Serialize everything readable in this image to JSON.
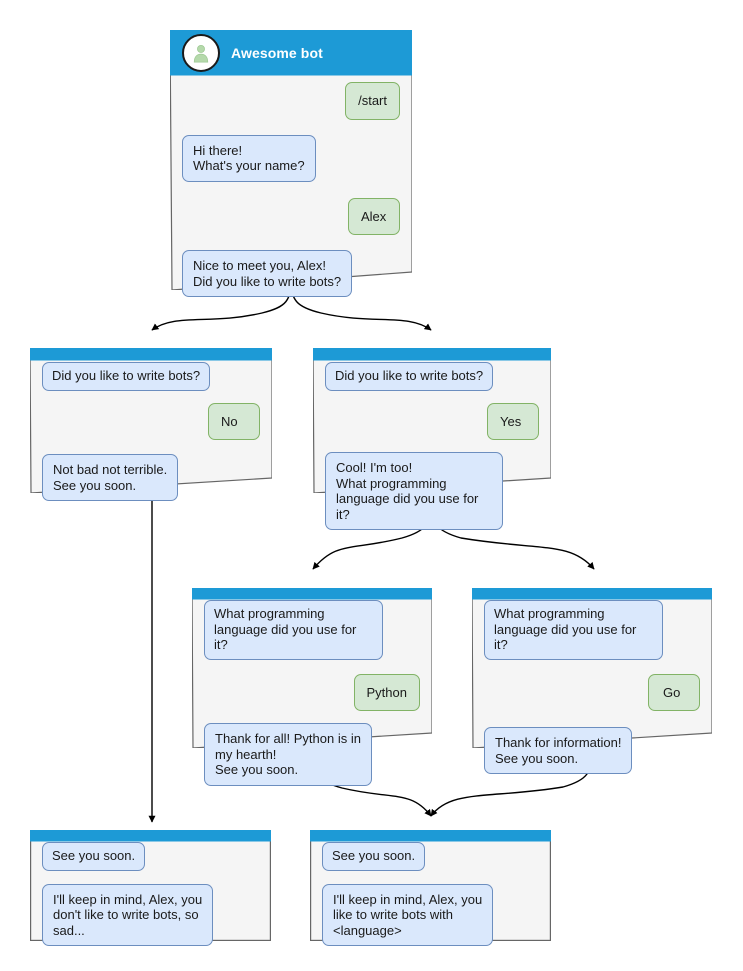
{
  "theme": {
    "header_color": "#1d9ad6",
    "node_body_color": "#f5f5f5",
    "node_border_color": "#666666",
    "bot_bubble_fill": "#dae8fc",
    "bot_bubble_border": "#6c8ebf",
    "user_bubble_fill": "#d5e8d4",
    "user_bubble_border": "#82b366",
    "edge_color": "#000000",
    "title_text_color": "#ffffff"
  },
  "nodes": [
    {
      "id": "start",
      "title": "Awesome bot",
      "has_avatar": true,
      "avatar_icon": "person-avatar-icon",
      "messages": [
        {
          "side": "right",
          "kind": "user",
          "text": "/start"
        },
        {
          "side": "left",
          "kind": "bot",
          "text": "Hi there!\nWhat's your name?"
        },
        {
          "side": "right",
          "kind": "user",
          "text": "Alex"
        },
        {
          "side": "left",
          "kind": "bot",
          "text": "Nice to meet you, Alex!\nDid you like to write bots?"
        }
      ]
    },
    {
      "id": "answer-no",
      "title": "",
      "has_avatar": false,
      "messages": [
        {
          "side": "left",
          "kind": "bot",
          "text": "Did you like to write bots?"
        },
        {
          "side": "right",
          "kind": "user",
          "text": "No"
        },
        {
          "side": "left",
          "kind": "bot",
          "text": "Not bad not terrible.\nSee you soon."
        }
      ]
    },
    {
      "id": "answer-yes",
      "title": "",
      "has_avatar": false,
      "messages": [
        {
          "side": "left",
          "kind": "bot",
          "text": "Did you like to write bots?"
        },
        {
          "side": "right",
          "kind": "user",
          "text": "Yes"
        },
        {
          "side": "left",
          "kind": "bot",
          "text": "Cool! I'm too!\nWhat programming\nlanguage did you use for it?"
        }
      ]
    },
    {
      "id": "lang-python",
      "title": "",
      "has_avatar": false,
      "messages": [
        {
          "side": "left",
          "kind": "bot",
          "text": "What programming\nlanguage did you use for it?"
        },
        {
          "side": "right",
          "kind": "user",
          "text": "Python"
        },
        {
          "side": "left",
          "kind": "bot",
          "text": "Thank for all! Python is in\nmy hearth!\nSee you soon."
        }
      ]
    },
    {
      "id": "lang-go",
      "title": "",
      "has_avatar": false,
      "messages": [
        {
          "side": "left",
          "kind": "bot",
          "text": "What programming\nlanguage did you use for it?"
        },
        {
          "side": "right",
          "kind": "user",
          "text": "Go"
        },
        {
          "side": "left",
          "kind": "bot",
          "text": "Thank for information!\nSee you soon."
        }
      ]
    },
    {
      "id": "end-no",
      "title": "",
      "has_avatar": false,
      "messages": [
        {
          "side": "left",
          "kind": "bot",
          "text": "See you soon."
        },
        {
          "side": "left",
          "kind": "bot",
          "text": "I'll keep in mind, Alex, you\ndon't like to write bots, so\nsad..."
        }
      ]
    },
    {
      "id": "end-yes",
      "title": "",
      "has_avatar": false,
      "messages": [
        {
          "side": "left",
          "kind": "bot",
          "text": "See you soon."
        },
        {
          "side": "left",
          "kind": "bot",
          "text": "I'll keep in mind, Alex, you\nlike to write bots with\n<language>"
        }
      ]
    }
  ]
}
